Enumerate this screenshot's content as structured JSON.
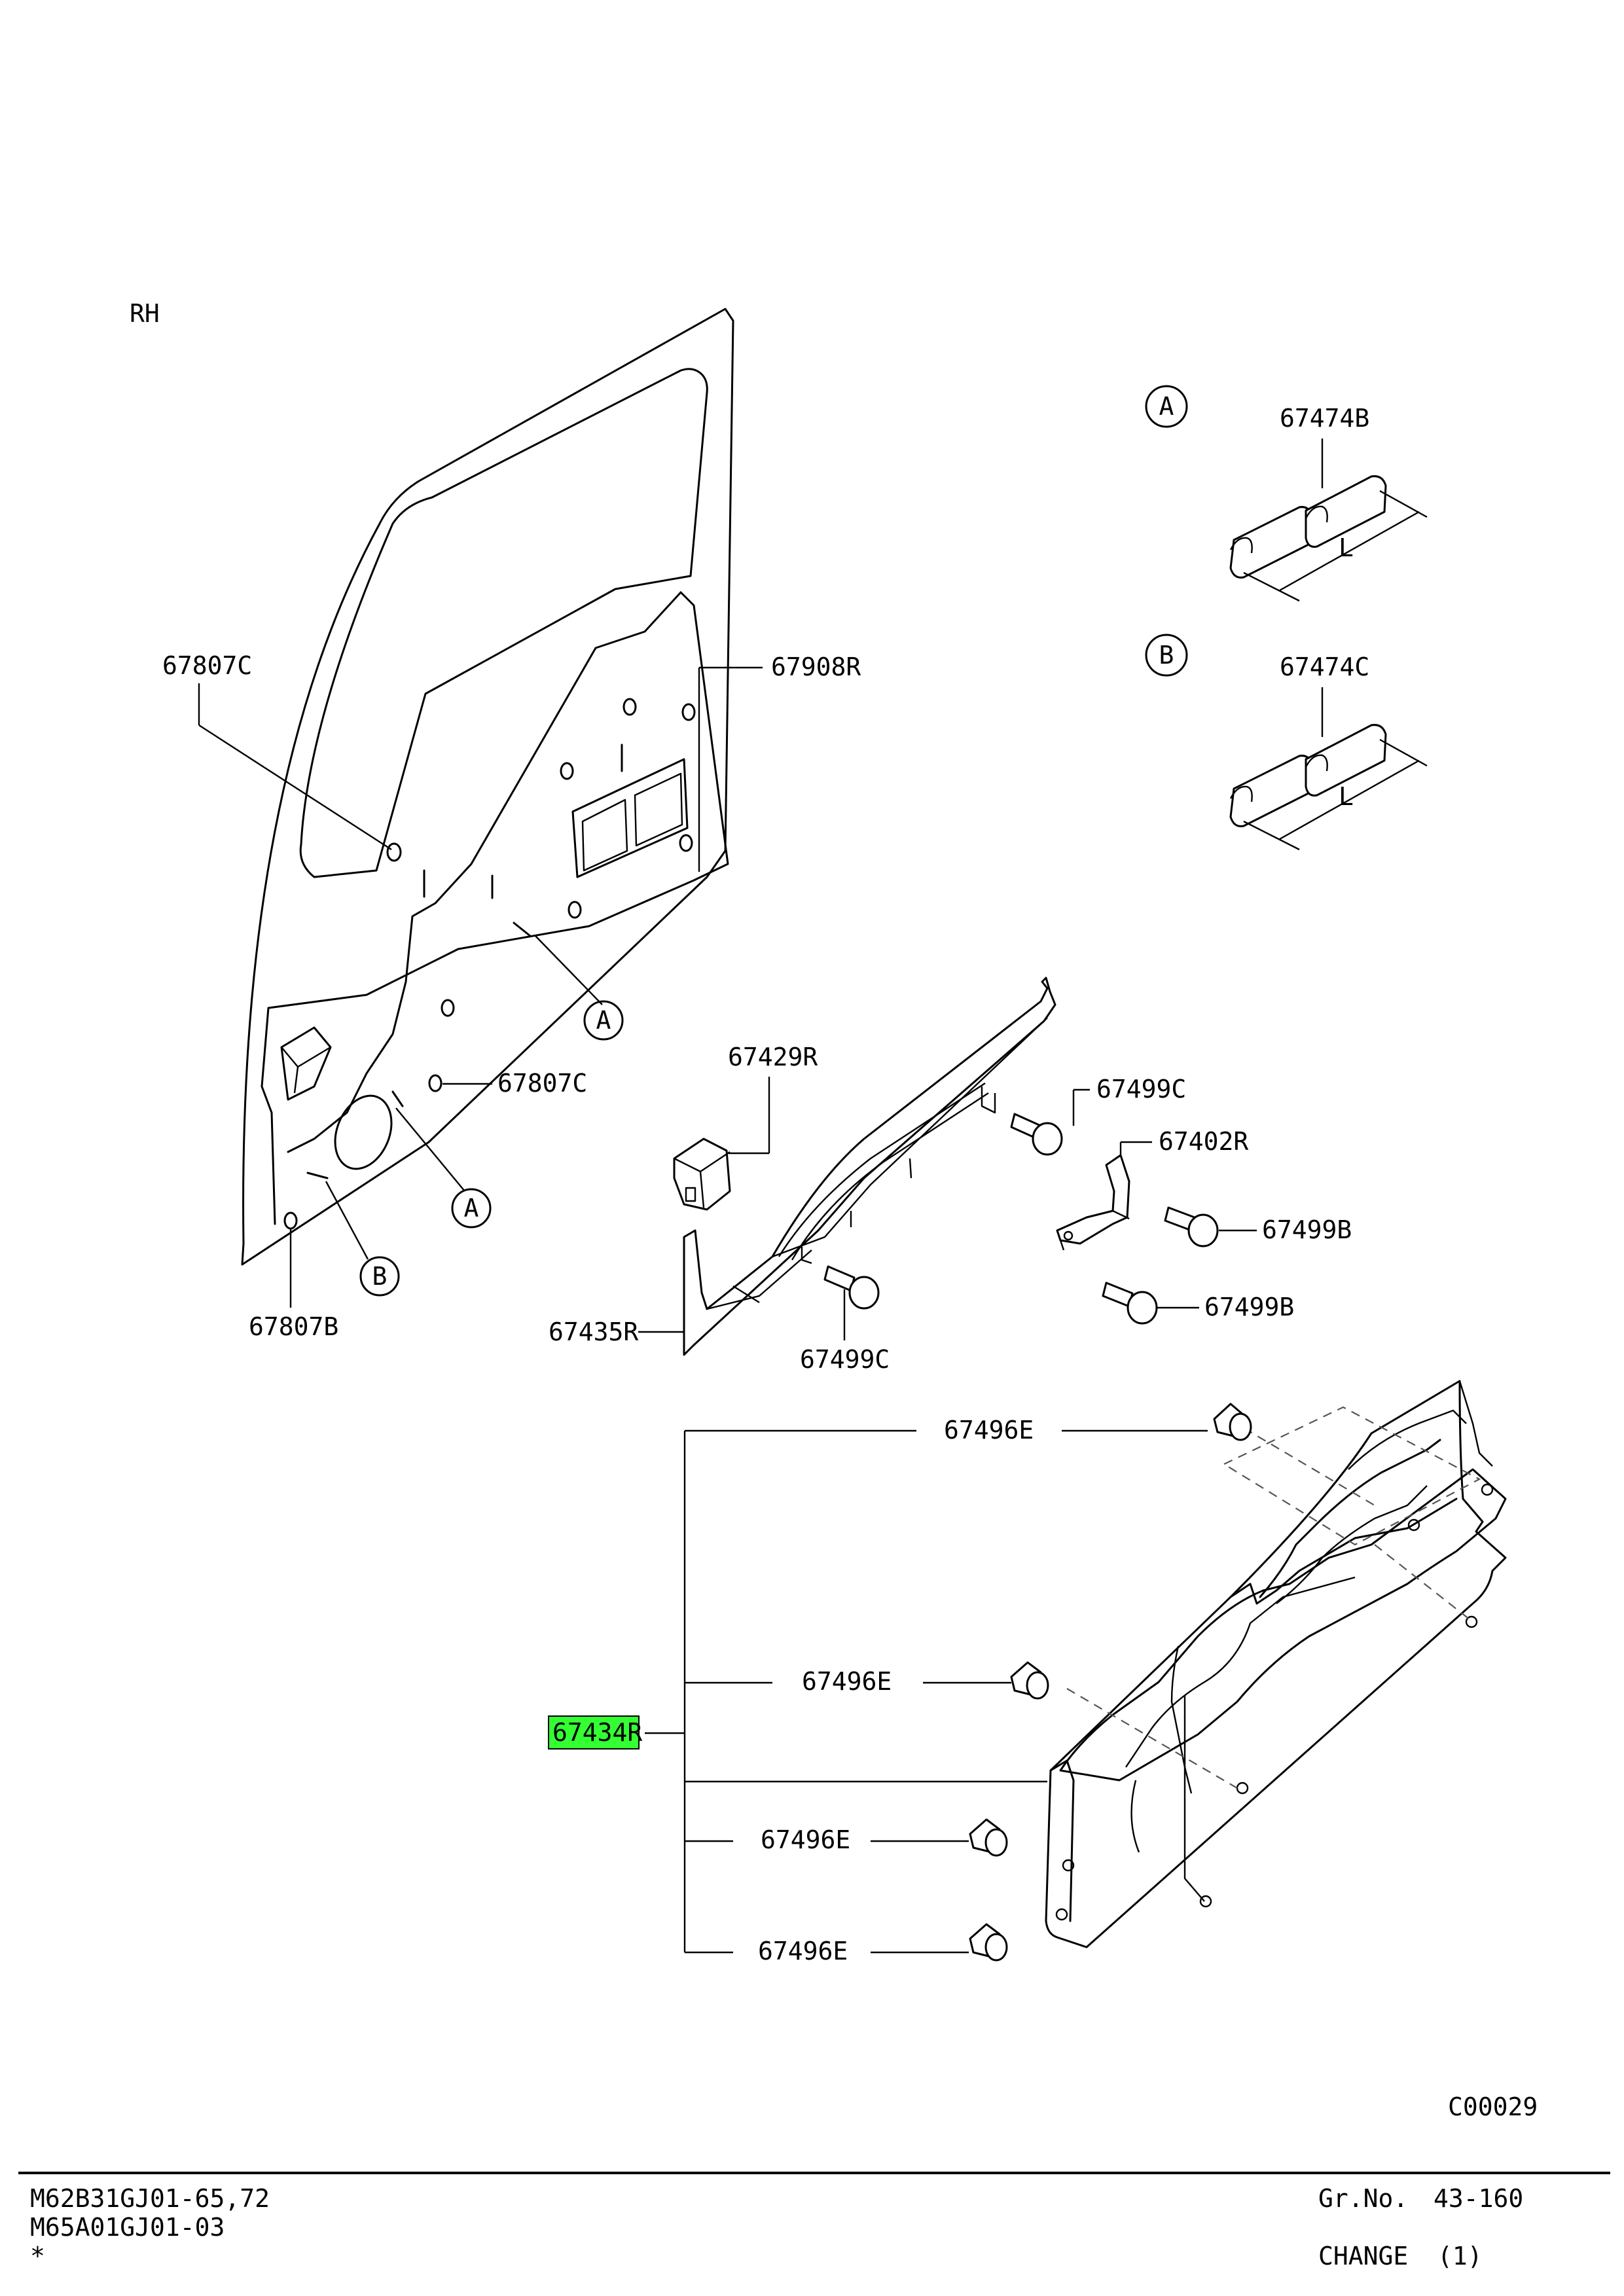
{
  "side_label": "RH",
  "callouts": {
    "a": "A",
    "b": "B"
  },
  "parts": {
    "p67807c_top": "67807C",
    "p67908r": "67908R",
    "p67807c_mid": "67807C",
    "p67807b": "67807B",
    "p67474b": "67474B",
    "p67474c": "67474C",
    "dim_l_1": "L",
    "dim_l_2": "L",
    "p67429r": "67429R",
    "p67499c_top": "67499C",
    "p67402r": "67402R",
    "p67499b_top": "67499B",
    "p67499b_bot": "67499B",
    "p67435r": "67435R",
    "p67499c_bot": "67499C",
    "p67496e_1": "67496E",
    "p67496e_2": "67496E",
    "p67496e_3": "67496E",
    "p67496e_4": "67496E",
    "p67434r": "67434R"
  },
  "highlight_color": "#33ff33",
  "diagram_code": "C00029",
  "footer": {
    "model_line_1": "M62B31GJ01-65,72",
    "model_line_2": "M65A01GJ01-03",
    "marker": "*",
    "group_label": "Gr.No.",
    "group_value": "43-160",
    "change_label": "CHANGE",
    "change_value": "(1)"
  }
}
